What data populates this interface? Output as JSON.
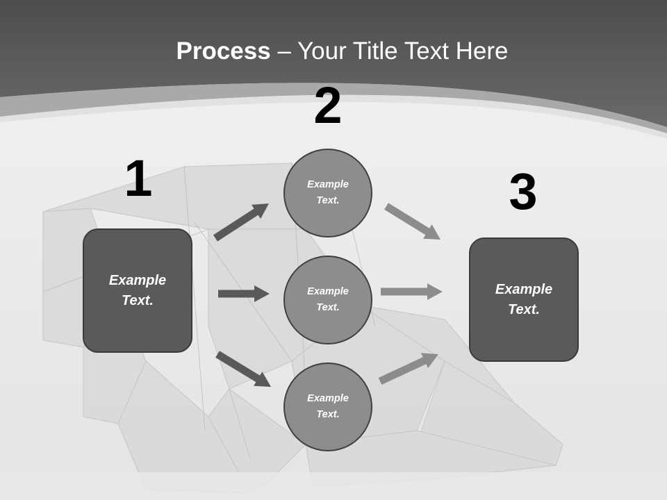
{
  "title": {
    "bold": "Process",
    "rest": " – Your Title Text Here"
  },
  "steps": [
    {
      "number": "1",
      "text": "Example\nText."
    },
    {
      "number": "2",
      "text": "Example\nText."
    },
    {
      "number": "3",
      "text": "Example\nText."
    }
  ],
  "middle_items": [
    {
      "text": "Example\nText."
    },
    {
      "text": "Example\nText."
    },
    {
      "text": "Example\nText."
    }
  ],
  "colors": {
    "header": "#595959",
    "box_fill": "#5a5a5a",
    "circle_fill": "#8d8d8d",
    "arrow_dark": "#595959",
    "arrow_light": "#8c8c8c"
  }
}
